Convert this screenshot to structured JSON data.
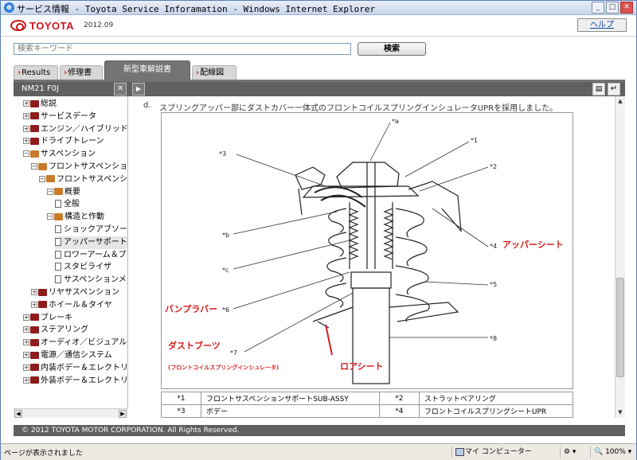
{
  "window": {
    "title": "サービス情報 - Toyota Service Inforamation - Windows Internet Explorer",
    "ie_icon": "ie-icon"
  },
  "header": {
    "logo_text": "TOYOTA",
    "version": "2012.09",
    "help_label": "ヘルプ"
  },
  "search": {
    "placeholder": "検索キーワード",
    "button_label": "検索"
  },
  "tabs": [
    {
      "label": "Results",
      "active": false
    },
    {
      "label": "修理書",
      "active": false
    },
    {
      "label": "新型車解説書",
      "active": true
    },
    {
      "label": "配線図",
      "active": false
    }
  ],
  "left_pane": {
    "model": "NM21 F0J",
    "close_glyph": "✕",
    "next_glyph": "▶"
  },
  "tree": [
    {
      "label": "総説",
      "indent": 0,
      "type": "book",
      "expanded": false
    },
    {
      "label": "サービスデータ",
      "indent": 0,
      "type": "book",
      "expanded": false
    },
    {
      "label": "エンジン／ハイブリッド／",
      "indent": 0,
      "type": "book",
      "expanded": false
    },
    {
      "label": "ドライブトレーン",
      "indent": 0,
      "type": "book",
      "expanded": false
    },
    {
      "label": "サスペンション",
      "indent": 0,
      "type": "book-open",
      "expanded": true
    },
    {
      "label": "フロントサスペンション",
      "indent": 1,
      "type": "book-open",
      "expanded": true
    },
    {
      "label": "フロントサスペンシ",
      "indent": 2,
      "type": "book-open",
      "expanded": true
    },
    {
      "label": "概要",
      "indent": 3,
      "type": "book-open",
      "expanded": true
    },
    {
      "label": "全般",
      "indent": 4,
      "type": "page"
    },
    {
      "label": "構造と作動",
      "indent": 3,
      "type": "book-open",
      "expanded": true
    },
    {
      "label": "ショックアブソーバ",
      "indent": 4,
      "type": "page"
    },
    {
      "label": "アッパーサポート&",
      "indent": 4,
      "type": "page",
      "selected": true
    },
    {
      "label": "ロワーアーム＆ブ",
      "indent": 4,
      "type": "page"
    },
    {
      "label": "スタビライザ",
      "indent": 4,
      "type": "page"
    },
    {
      "label": "サスペンションメン",
      "indent": 4,
      "type": "page"
    },
    {
      "label": "リヤサスペンション",
      "indent": 1,
      "type": "book",
      "expanded": false
    },
    {
      "label": "ホイール＆タイヤ",
      "indent": 1,
      "type": "book",
      "expanded": false
    },
    {
      "label": "ブレーキ",
      "indent": 0,
      "type": "book",
      "expanded": false
    },
    {
      "label": "ステアリング",
      "indent": 0,
      "type": "book",
      "expanded": false
    },
    {
      "label": "オーディオ／ビジュアル／",
      "indent": 0,
      "type": "book",
      "expanded": false
    },
    {
      "label": "電源／通信システム",
      "indent": 0,
      "type": "book",
      "expanded": false
    },
    {
      "label": "内装ボデー＆エレクトリカ",
      "indent": 0,
      "type": "book",
      "expanded": false
    },
    {
      "label": "外装ボデー＆エレクトリカ",
      "indent": 0,
      "type": "book",
      "expanded": false
    }
  ],
  "content": {
    "para_letter": "d.",
    "para_text": "スプリングアッパー部にダストカバー一体式のフロントコイルスプリングインシュレータUPRを採用しました。",
    "callouts": {
      "a": "*a",
      "one": "*1",
      "two": "*2",
      "three": "*3",
      "b": "*b",
      "four": "*4",
      "c": "*c",
      "five": "*5",
      "six": "*6",
      "seven": "*7",
      "eight": "*8"
    },
    "annotations": {
      "upper_seat": "アッパーシート",
      "bump_rubber": "バンプラバー",
      "dust_boot": "ダストブーツ",
      "dust_boot_sub": "(フロントコイルスプリングインシュレータ)",
      "lower_seat": "ロアシート"
    },
    "legend": [
      {
        "k1": "*1",
        "v1": "フロントサスペンションサポートSUB-ASSY",
        "k2": "*2",
        "v2": "ストラットベアリング"
      },
      {
        "k1": "*3",
        "v1": "ボデー",
        "k2": "*4",
        "v2": "フロントコイルスプリングシートUPR"
      }
    ]
  },
  "footer": {
    "copyright": "© 2012 TOYOTA MOTOR CORPORATION. All Rights Reserved."
  },
  "statusbar": {
    "text": "ページが表示されました",
    "zone": "マイ コンピューター",
    "zoom": "100%"
  },
  "colors": {
    "accent_red": "#d81e1e",
    "toyota_red": "#c8161d",
    "tab_active": "#747474"
  }
}
